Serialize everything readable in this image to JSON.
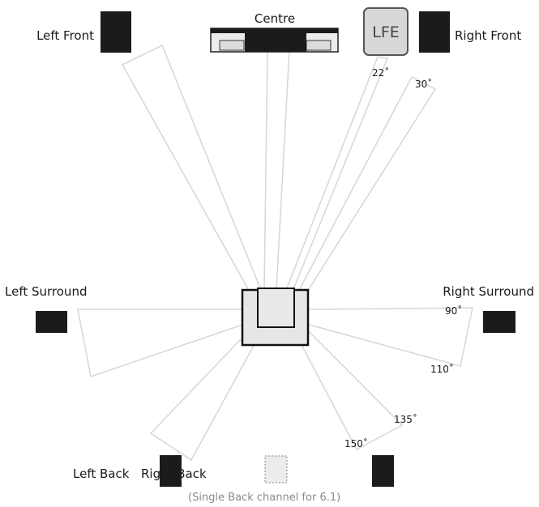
{
  "colors": {
    "speaker": "#1b1b1b",
    "wedge_stroke": "#d6d6d6",
    "lfe_fill": "#d7d7d7",
    "listener_fill": "#e6e6e6",
    "note_text": "#8a8a8a"
  },
  "speakers": {
    "left_front": "Left Front",
    "centre": "Centre",
    "right_front": "Right Front",
    "lfe": "LFE",
    "left_surround": "Left Surround",
    "right_surround": "Right Surround",
    "left_back": "Left Back",
    "right_back": "Right Back"
  },
  "angles": {
    "a22": "22˚",
    "a30": "30˚",
    "a90": "90˚",
    "a110": "110˚",
    "a135": "135˚",
    "a150": "150˚"
  },
  "note": "(Single Back channel for 6.1)"
}
